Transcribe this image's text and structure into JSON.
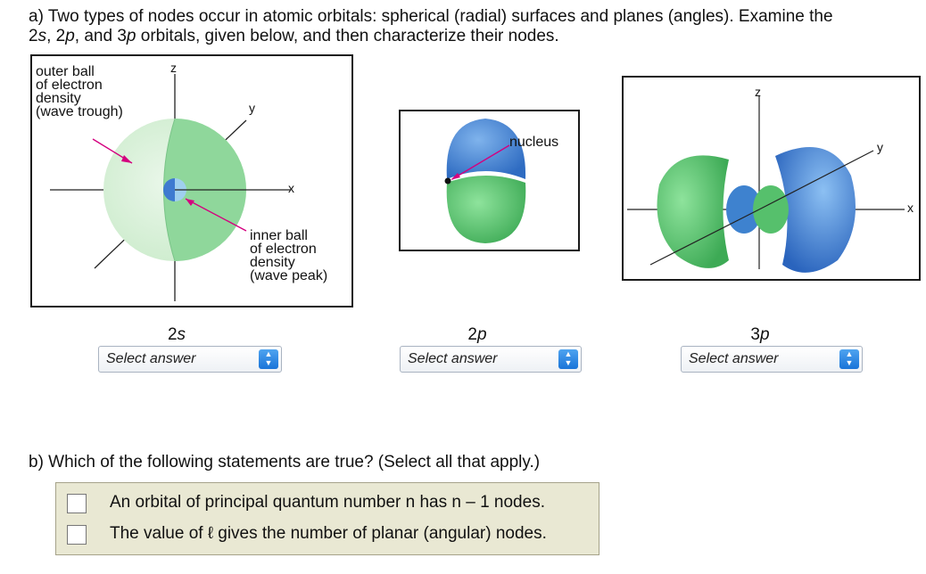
{
  "question_a": {
    "line1": "a) Two types of nodes occur in atomic orbitals: spherical (radial) surfaces and planes (angles). Examine the",
    "line2_parts": [
      "2",
      "s",
      ", 2",
      "p",
      ", and 3",
      "p",
      " orbitals, given below, and then characterize their nodes."
    ]
  },
  "panel_2s": {
    "outer_label": [
      "outer ball",
      "of electron",
      "density",
      "(wave trough)"
    ],
    "inner_label": [
      "inner ball",
      "of electron",
      "density",
      "(wave peak)"
    ],
    "axis_z": "z",
    "axis_y": "y",
    "axis_x": "x"
  },
  "panel_2p": {
    "nucleus_label": "nucleus"
  },
  "panel_3p": {
    "axis_z": "z",
    "axis_y": "y",
    "axis_x": "x"
  },
  "orbitals": [
    {
      "num": "2",
      "letter": "s",
      "select": "Select answer"
    },
    {
      "num": "2",
      "letter": "p",
      "select": "Select answer"
    },
    {
      "num": "3",
      "letter": "p",
      "select": "Select answer"
    }
  ],
  "question_b": {
    "prompt": "b) Which of the following statements are true? (Select all that apply.)",
    "options": [
      "An orbital of principal quantum number n has n – 1 nodes.",
      "The value of ℓ gives the number of planar (angular) nodes."
    ]
  },
  "colors": {
    "blue_lobe": "#3f7fd0",
    "green_lobe": "#58c46e",
    "label_magenta": "#d4007f",
    "check_panel": "#e9e8d3"
  }
}
